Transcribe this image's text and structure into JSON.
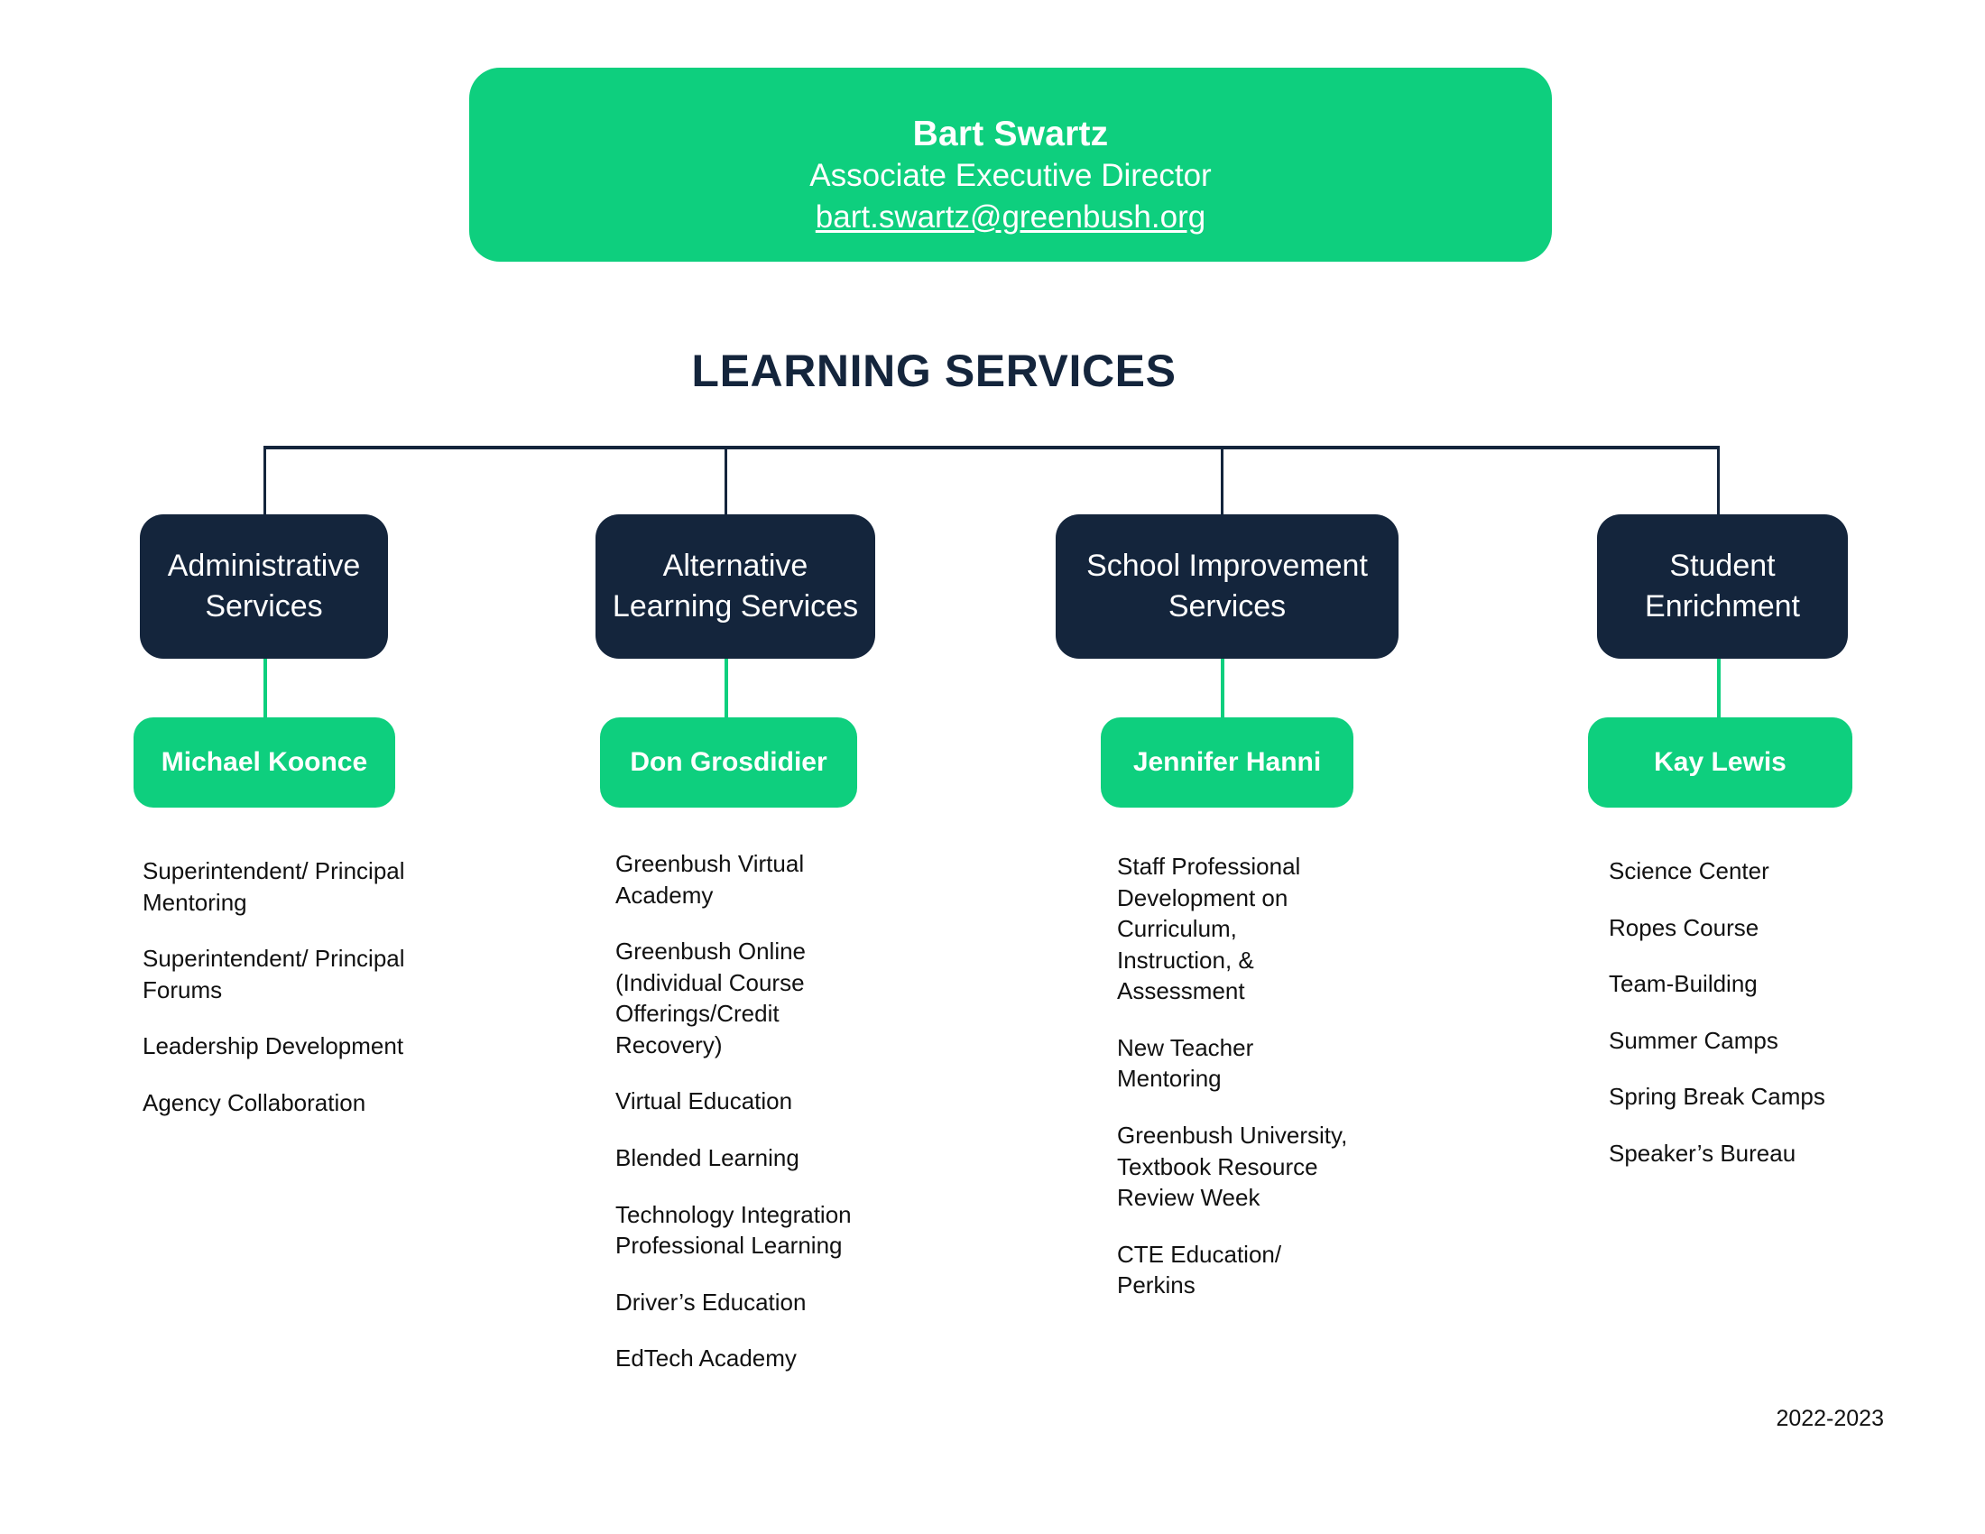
{
  "executive": {
    "name": "Bart Swartz",
    "title": "Associate Executive Director",
    "email": "bart.swartz@greenbush.org"
  },
  "section_title": "LEARNING SERVICES",
  "footer": {
    "year": "2022-2023"
  },
  "columns": [
    {
      "department": "Administrative Services",
      "lead": "Michael Koonce",
      "items": [
        "Superintendent/ Principal Mentoring",
        "Superintendent/ Principal Forums",
        "Leadership Development",
        "Agency Collaboration"
      ]
    },
    {
      "department": "Alternative Learning Services",
      "lead": "Don Grosdidier",
      "items": [
        "Greenbush Virtual Academy",
        "Greenbush Online (Individual Course Offerings/Credit Recovery)",
        "Virtual Education",
        "Blended Learning",
        "Technology Integration Professional Learning",
        "Driver’s Education",
        "EdTech Academy"
      ]
    },
    {
      "department": "School Improvement Services",
      "lead": "Jennifer Hanni",
      "items": [
        "Staff Professional Development on Curriculum, Instruction, & Assessment",
        "New Teacher Mentoring",
        "Greenbush University, Textbook Resource Review Week",
        "CTE Education/ Perkins"
      ]
    },
    {
      "department": "Student Enrichment",
      "lead": "Kay Lewis",
      "items": [
        "Science Center",
        "Ropes Course",
        "Team-Building",
        "Summer Camps",
        "Spring Break Camps",
        "Speaker’s Bureau"
      ]
    }
  ],
  "colors": {
    "accent_green": "#0ECF7E",
    "navy": "#14253C",
    "text": "#111111",
    "background": "#FFFFFF"
  }
}
